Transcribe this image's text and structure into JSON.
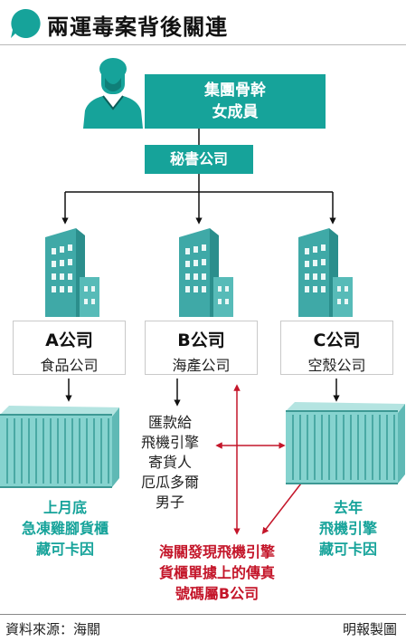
{
  "title": "兩運毒案背後關連",
  "member_box": {
    "line1": "集團骨幹",
    "line2": "女成員"
  },
  "secretary_company": "秘書公司",
  "companies": [
    {
      "name": "A公司",
      "type": "食品公司"
    },
    {
      "name": "B公司",
      "type": "海產公司"
    },
    {
      "name": "C公司",
      "type": "空殼公司"
    }
  ],
  "container_left_caption": [
    "上月底",
    "急凍雞腳貨櫃",
    "藏可卡因"
  ],
  "container_right_caption": [
    "去年",
    "飛機引擎",
    "藏可卡因"
  ],
  "b_company_details": [
    "匯款給",
    "飛機引擎",
    "寄貨人",
    "厄瓜多爾",
    "男子"
  ],
  "customs_finding": [
    "海關發現飛機引擎",
    "貨櫃單據上的傳真",
    "號碼屬B公司"
  ],
  "footer": {
    "source": "資料來源：海關",
    "credit": "明報製圖"
  },
  "colors": {
    "teal": "#16a39a",
    "red": "#c4162a",
    "building": "#3fa9a7",
    "container": "#86d3cf"
  }
}
